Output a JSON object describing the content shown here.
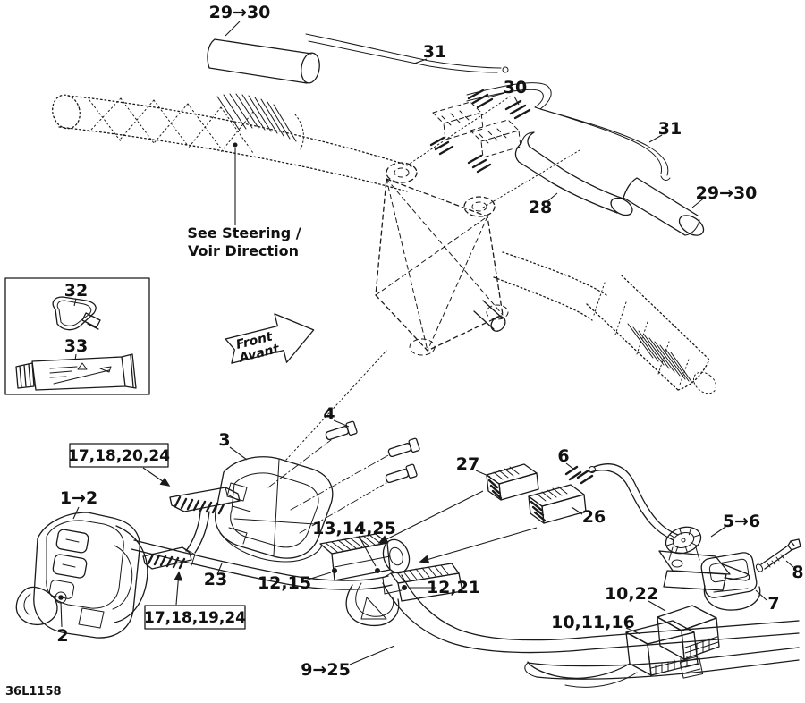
{
  "page": {
    "background": "#ffffff",
    "ink_color": "#1a1a1a",
    "diagram_code": "36L1158"
  },
  "notes": {
    "see_steering_line1": "See Steering /",
    "see_steering_line2": "Voir Direction",
    "front_line1": "Front",
    "front_line2": "Avant"
  },
  "callouts": [
    {
      "id": "29-30-left",
      "text": "29→30"
    },
    {
      "id": "31-top",
      "text": "31"
    },
    {
      "id": "30",
      "text": "30"
    },
    {
      "id": "31-right",
      "text": "31"
    },
    {
      "id": "28",
      "text": "28"
    },
    {
      "id": "29-30-right",
      "text": "29→30"
    },
    {
      "id": "32",
      "text": "32"
    },
    {
      "id": "33",
      "text": "33"
    },
    {
      "id": "4",
      "text": "4"
    },
    {
      "id": "3",
      "text": "3"
    },
    {
      "id": "17-18-20-24",
      "text": "17,18,20,24",
      "boxed": true
    },
    {
      "id": "1-2",
      "text": "1→2"
    },
    {
      "id": "2",
      "text": "2"
    },
    {
      "id": "23",
      "text": "23"
    },
    {
      "id": "17-18-19-24",
      "text": "17,18,19,24",
      "boxed": true
    },
    {
      "id": "13-14-25",
      "text": "13,14,25"
    },
    {
      "id": "12-15",
      "text": "12,15"
    },
    {
      "id": "12-21",
      "text": "12,21"
    },
    {
      "id": "9-25",
      "text": "9→25"
    },
    {
      "id": "27",
      "text": "27"
    },
    {
      "id": "6",
      "text": "6"
    },
    {
      "id": "26",
      "text": "26"
    },
    {
      "id": "5-6",
      "text": "5→6"
    },
    {
      "id": "8",
      "text": "8"
    },
    {
      "id": "7",
      "text": "7"
    },
    {
      "id": "10-22",
      "text": "10,22"
    },
    {
      "id": "10-11-16",
      "text": "10,11,16"
    }
  ]
}
